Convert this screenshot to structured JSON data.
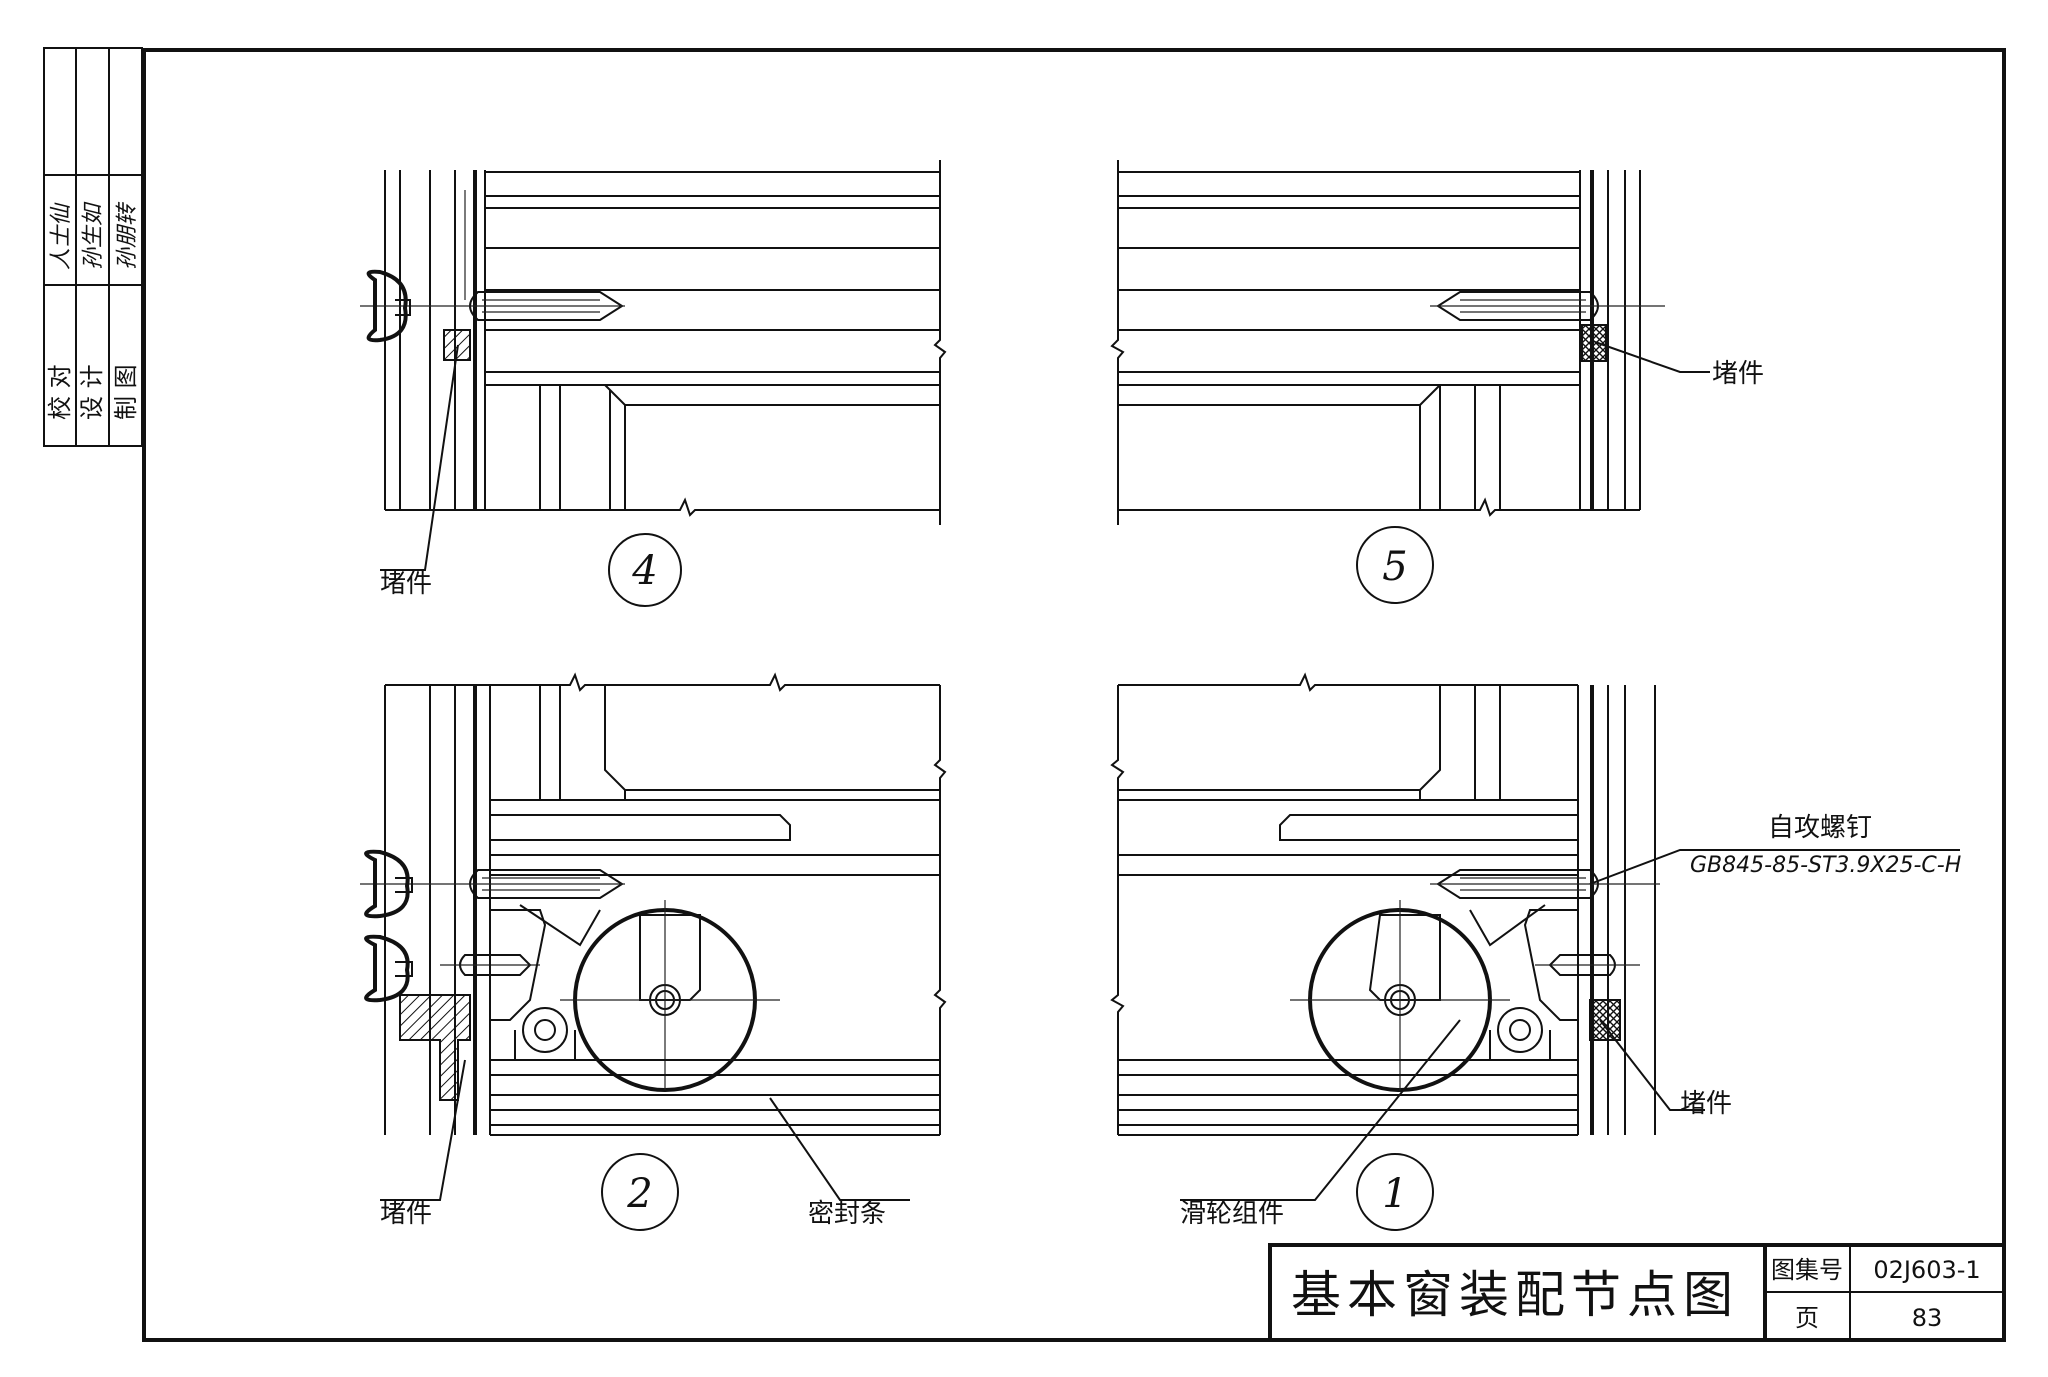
{
  "stamp": {
    "rows": [
      {
        "role": "校 对",
        "signature": "人士仙"
      },
      {
        "role": "设 计",
        "signature": "孙生如"
      },
      {
        "role": "制 图",
        "signature": "孙朋转"
      }
    ]
  },
  "details": [
    {
      "number": "4",
      "labels": [
        "堵件"
      ]
    },
    {
      "number": "5",
      "labels": [
        "堵件"
      ]
    },
    {
      "number": "2",
      "labels": [
        "堵件",
        "密封条"
      ]
    },
    {
      "number": "1",
      "labels": [
        "自攻螺钉",
        "GB845-85-ST3.9X25-C-H",
        "堵件",
        "滑轮组件"
      ]
    }
  ],
  "title_block": {
    "title": "基本窗装配节点图",
    "atlas_label": "图集号",
    "atlas_value": "02J603-1",
    "page_label": "页",
    "page_value": "83"
  }
}
